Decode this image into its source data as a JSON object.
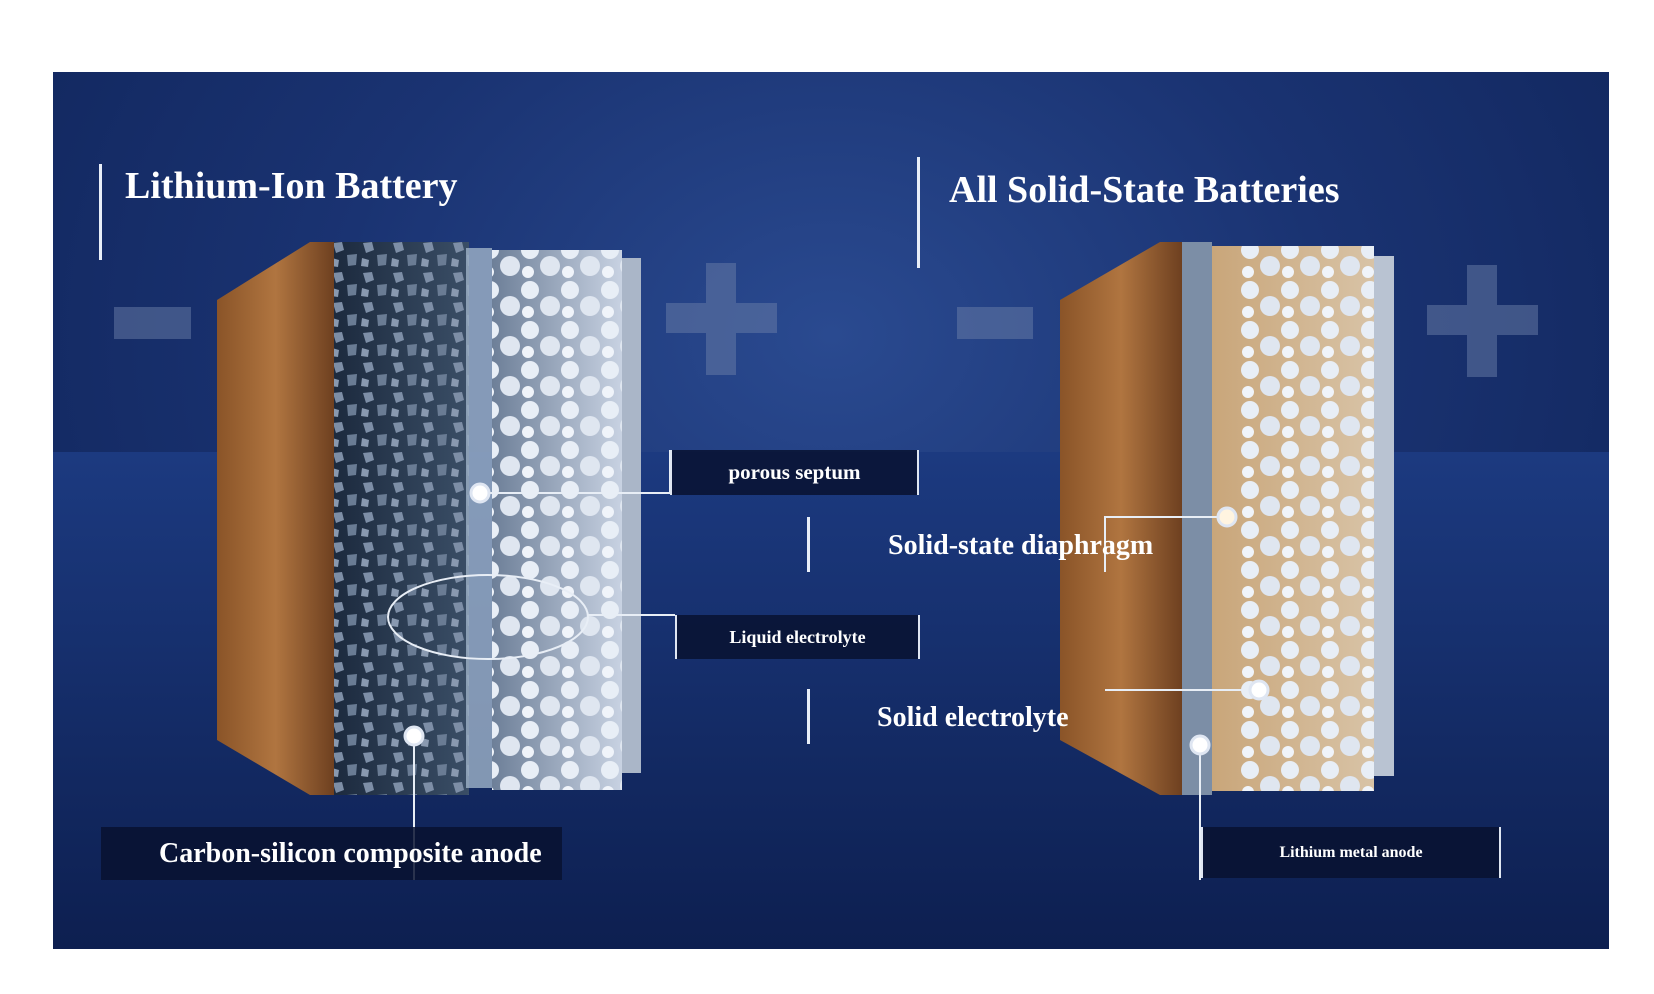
{
  "titles": {
    "left": "Lithium-Ion Battery",
    "right": "All Solid-State Batteries"
  },
  "labels": {
    "porous_septum": "porous septum",
    "solid_state_diaphragm": "Solid-state diaphragm",
    "liquid_electrolyte": "Liquid electrolyte",
    "solid_electrolyte": "Solid electrolyte",
    "carbon_silicon_anode": "Carbon-silicon composite anode",
    "lithium_metal_anode": "Lithium metal anode"
  },
  "symbols": {
    "minus": "−",
    "plus": "+"
  },
  "colors": {
    "background": "#1a3372",
    "copper": "#a86a35",
    "text": "#ffffff"
  }
}
